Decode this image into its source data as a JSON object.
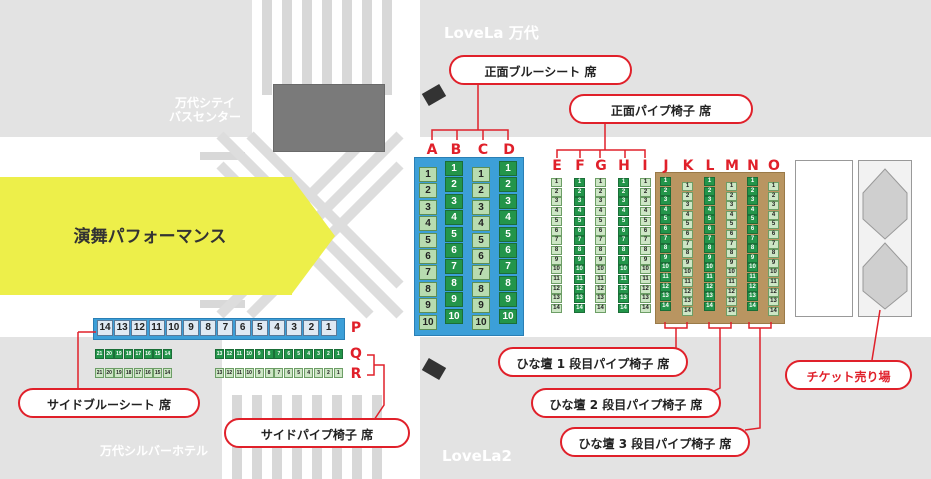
{
  "places": {
    "lovela_top": "LoveLa 万代",
    "lovela2": "LoveLa2",
    "bus_center": "万代シテイ\nバスセンター",
    "silver_hotel": "万代シルバーホテル"
  },
  "performance_label": "演舞パフォーマンス",
  "callouts": {
    "front_blue": "正面ブルーシート 席",
    "front_pipe": "正面パイプ椅子 席",
    "side_blue": "サイドブルーシート 席",
    "side_pipe": "サイドパイプ椅子 席",
    "hina1": "ひな壇 1 段目パイプ椅子 席",
    "hina2": "ひな壇 2 段目パイプ椅子 席",
    "hina3": "ひな壇 3 段目パイプ椅子 席",
    "ticket": "チケット売り場"
  },
  "front_blue_rows": [
    {
      "letter": "A",
      "seats": [
        "1",
        "2",
        "3",
        "4",
        "5",
        "6",
        "7",
        "8",
        "9",
        "10"
      ]
    },
    {
      "letter": "B",
      "seats": [
        "1",
        "2",
        "3",
        "4",
        "5",
        "6",
        "7",
        "8",
        "9",
        "10"
      ]
    },
    {
      "letter": "C",
      "seats": [
        "1",
        "2",
        "3",
        "4",
        "5",
        "6",
        "7",
        "8",
        "9",
        "10"
      ]
    },
    {
      "letter": "D",
      "seats": [
        "1",
        "2",
        "3",
        "4",
        "5",
        "6",
        "7",
        "8",
        "9",
        "10"
      ]
    }
  ],
  "front_pipe_rows": [
    {
      "letter": "E",
      "seats": [
        "1",
        "2",
        "3",
        "4",
        "5",
        "6",
        "7",
        "8",
        "9",
        "10",
        "11",
        "12",
        "13",
        "14"
      ]
    },
    {
      "letter": "F",
      "seats": [
        "1",
        "2",
        "3",
        "4",
        "5",
        "6",
        "7",
        "8",
        "9",
        "10",
        "11",
        "12",
        "13",
        "14"
      ]
    },
    {
      "letter": "G",
      "seats": [
        "1",
        "2",
        "3",
        "4",
        "5",
        "6",
        "7",
        "8",
        "9",
        "10",
        "11",
        "12",
        "13",
        "14"
      ]
    },
    {
      "letter": "H",
      "seats": [
        "1",
        "2",
        "3",
        "4",
        "5",
        "6",
        "7",
        "8",
        "9",
        "10",
        "11",
        "12",
        "13",
        "14"
      ]
    },
    {
      "letter": "I",
      "seats": [
        "1",
        "2",
        "3",
        "4",
        "5",
        "6",
        "7",
        "8",
        "9",
        "10",
        "11",
        "12",
        "13",
        "14"
      ]
    }
  ],
  "hina_rows": [
    {
      "letter": "J",
      "seats": [
        "1",
        "2",
        "3",
        "4",
        "5",
        "6",
        "7",
        "8",
        "9",
        "10",
        "11",
        "12",
        "13",
        "14"
      ]
    },
    {
      "letter": "K",
      "seats": [
        "1",
        "2",
        "3",
        "4",
        "5",
        "6",
        "7",
        "8",
        "9",
        "10",
        "11",
        "12",
        "13",
        "14"
      ]
    },
    {
      "letter": "L",
      "seats": [
        "1",
        "2",
        "3",
        "4",
        "5",
        "6",
        "7",
        "8",
        "9",
        "10",
        "11",
        "12",
        "13",
        "14"
      ]
    },
    {
      "letter": "M",
      "seats": [
        "1",
        "2",
        "3",
        "4",
        "5",
        "6",
        "7",
        "8",
        "9",
        "10",
        "11",
        "12",
        "13",
        "14"
      ]
    },
    {
      "letter": "N",
      "seats": [
        "1",
        "2",
        "3",
        "4",
        "5",
        "6",
        "7",
        "8",
        "9",
        "10",
        "11",
        "12",
        "13",
        "14"
      ]
    },
    {
      "letter": "O",
      "seats": [
        "1",
        "2",
        "3",
        "4",
        "5",
        "6",
        "7",
        "8",
        "9",
        "10",
        "11",
        "12",
        "13",
        "14"
      ]
    }
  ],
  "side_blue_row": {
    "letter": "P",
    "seats": [
      "14",
      "13",
      "12",
      "11",
      "10",
      "9",
      "8",
      "7",
      "6",
      "5",
      "4",
      "3",
      "2",
      "1"
    ]
  },
  "side_pipe_rows": [
    {
      "letter": "Q",
      "left": [
        "21",
        "20",
        "19",
        "18",
        "17",
        "16",
        "15",
        "14"
      ],
      "right": [
        "13",
        "12",
        "11",
        "10",
        "9",
        "8",
        "7",
        "6",
        "5",
        "4",
        "3",
        "2",
        "1"
      ]
    },
    {
      "letter": "R",
      "left": [
        "21",
        "20",
        "19",
        "18",
        "17",
        "16",
        "15",
        "14"
      ],
      "right": [
        "13",
        "12",
        "11",
        "10",
        "9",
        "8",
        "7",
        "6",
        "5",
        "4",
        "3",
        "2",
        "1"
      ]
    }
  ],
  "colors": {
    "accent_red": "#e0202a",
    "blue_sheet": "#3c9fd8",
    "seat_dark_green": "#23954a",
    "seat_light_green": "#b8dcb0",
    "performance_yellow": "#edef4a",
    "hina_brown": "#b99561"
  }
}
